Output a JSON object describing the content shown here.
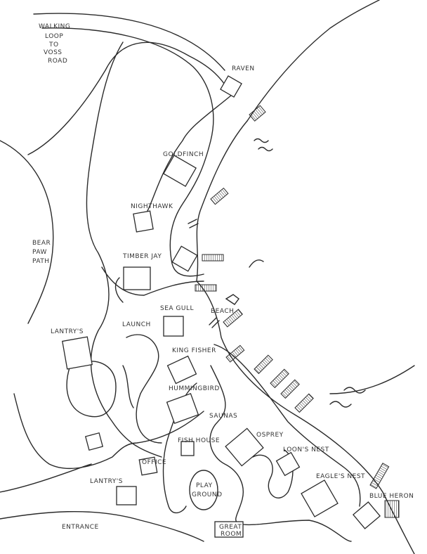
{
  "map": {
    "style": "hand-drawn site map",
    "ink_color": "#2a2a2a",
    "labels": {
      "walking_loop": [
        "WALKING",
        "LOOP",
        "TO",
        "VOSS",
        "ROAD"
      ],
      "bear_paw_path": [
        "BEAR",
        "PAW",
        "PATH"
      ],
      "raven": "RAVEN",
      "goldfinch": "GOLDFINCH",
      "nighthawk": "NIGHTHAWK",
      "timber_jay": "TIMBER JAY",
      "sea_gull": "SEA GULL",
      "launch": "LAUNCH",
      "beach": "BEACH",
      "lantrys_north": "LANTRY'S",
      "king_fisher": "KING FISHER",
      "hummingbird": "HUMMINGBIRD",
      "saunas": "SAUNAS",
      "osprey": "OSPREY",
      "fish_house": "FISH HOUSE",
      "loons_nest": "LOON'S NEST",
      "office": "OFFICE",
      "eagles_nest": "EAGLE'S NEST",
      "lantrys_south": "LANTRY'S",
      "play_ground": [
        "PLAY",
        "GROUND"
      ],
      "blue_heron": "BLUE HERON",
      "entrance": "ENTRANCE",
      "great_room": [
        "GREAT",
        "ROOM"
      ]
    }
  }
}
